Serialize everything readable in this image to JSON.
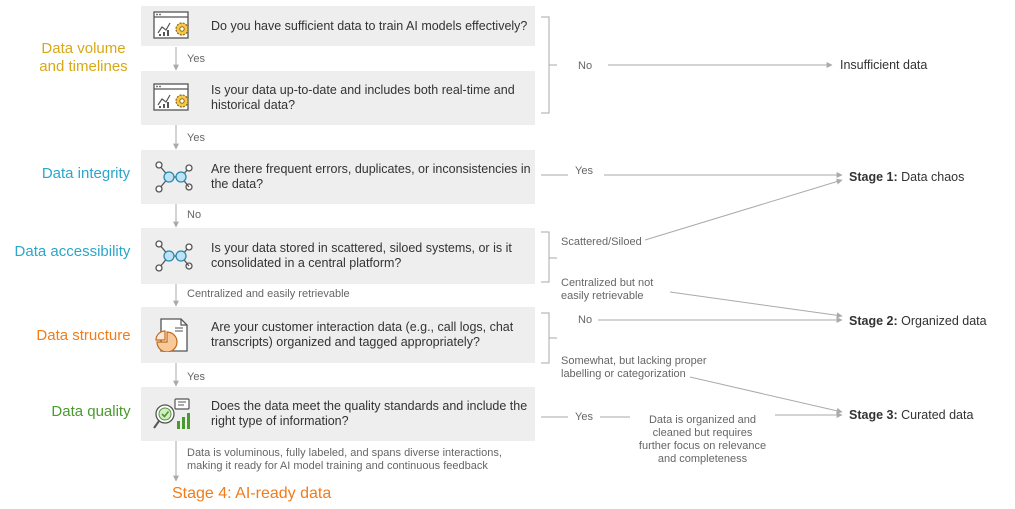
{
  "colors": {
    "gold": "#d8a816",
    "teal": "#2ba6cb",
    "orange": "#f07c1a",
    "green": "#4a9a2e",
    "box": "#eeeeee",
    "line": "#aaaaaa"
  },
  "categories": {
    "volume": "Data volume\nand timelines",
    "integrity": "Data integrity",
    "accessibility": "Data accessibility",
    "structure": "Data structure",
    "quality": "Data quality"
  },
  "questions": {
    "q1": "Do you have sufficient data to train AI models effectively?",
    "q2": "Is your data up-to-date and includes both real-time and historical data?",
    "q3": "Are there frequent errors, duplicates, or inconsistencies in the data?",
    "q4": "Is your data stored in scattered, siloed systems, or is it consolidated in a central platform?",
    "q5": "Are your customer interaction data (e.g., call logs, chat transcripts) organized and tagged appropriately?",
    "q6": "Does the data meet the quality standards and include the right type of information?"
  },
  "labels": {
    "yes1": "Yes",
    "yes2": "Yes",
    "no1": "No",
    "no_main": "No",
    "yes_integrity": "Yes",
    "central_easy": "Centralized and easily retrievable",
    "scattered": "Scattered/Siloed",
    "central_not": "Centralized but not\neasily retrievable",
    "no_struct": "No",
    "somewhat": "Somewhat, but lacking proper\nlabelling or categorization",
    "yes_struct": "Yes",
    "yes_quality": "Yes",
    "organized_note": "Data is organized and\ncleaned but requires\nfurther focus on relevance\nand completeness",
    "final_note": "Data is voluminous, fully labeled, and spans diverse interactions,\nmaking it ready for AI model training and continuous feedback"
  },
  "outcomes": {
    "insufficient": "Insufficient data",
    "stage1_prefix": "Stage 1:",
    "stage1_name": "Data chaos",
    "stage2_prefix": "Stage 2:",
    "stage2_name": "Organized data",
    "stage3_prefix": "Stage 3:",
    "stage3_name": "Curated data"
  },
  "final_stage": "Stage 4: AI-ready data",
  "icons": {
    "q1": "dashboard-gear-icon",
    "q2": "dashboard-gear-icon",
    "q3": "network-nodes-icon",
    "q4": "network-nodes-icon",
    "q5": "document-pie-icon",
    "q6": "quality-chart-icon"
  }
}
